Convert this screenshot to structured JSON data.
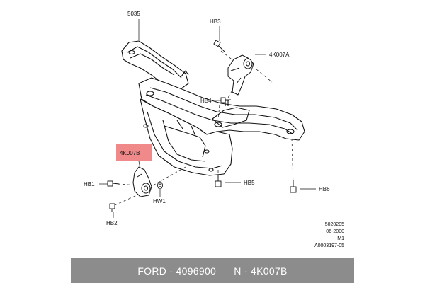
{
  "diagram": {
    "labels": {
      "frame": "5035",
      "bolt_hb3": "HB3",
      "mount_right": "4K007A",
      "bolt_hb4": "HB4",
      "mount_left": "4K007B",
      "bolt_hb1": "HB1",
      "washer_hw1": "HW1",
      "bolt_hb2": "HB2",
      "bolt_hb5": "HB5",
      "bolt_hb6": "HB6"
    },
    "highlight_color": "#f08a8a",
    "reference": {
      "line1": "5020205",
      "line2": "06-2000",
      "line3": "M1",
      "line4": "A0003197-05"
    }
  },
  "footer": {
    "brand_part": "FORD - 4096900",
    "oem_part": "N - 4K007B"
  }
}
